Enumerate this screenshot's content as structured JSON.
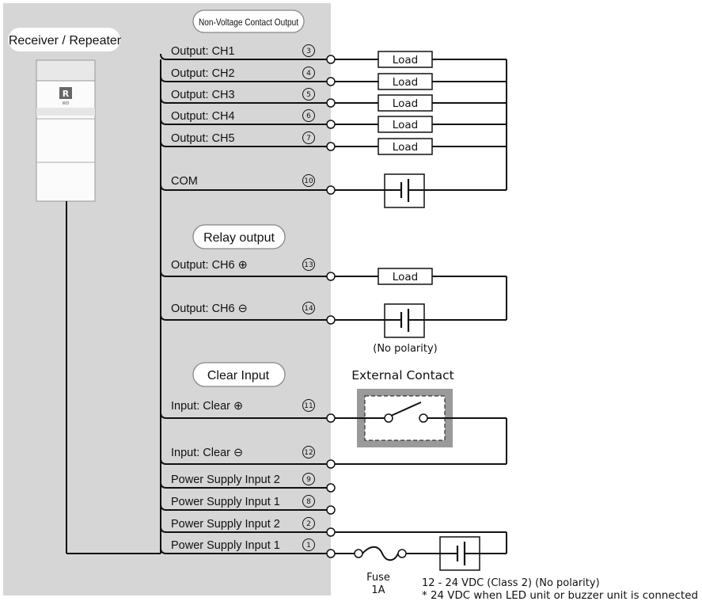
{
  "device": {
    "title": "Receiver / Repeater",
    "badge": "R",
    "badge_sub": "WD"
  },
  "sections": {
    "non_voltage": "Non-Voltage Contact Output",
    "relay": "Relay output",
    "clear": "Clear Input"
  },
  "terminals": [
    {
      "label": "Output: CH1",
      "num": "3"
    },
    {
      "label": "Output: CH2",
      "num": "4"
    },
    {
      "label": "Output: CH3",
      "num": "5"
    },
    {
      "label": "Output: CH4",
      "num": "6"
    },
    {
      "label": "Output: CH5",
      "num": "7"
    },
    {
      "label": "COM",
      "num": "10"
    },
    {
      "label": "Output: CH6 ⊕",
      "num": "13"
    },
    {
      "label": "Output: CH6 ⊖",
      "num": "14"
    },
    {
      "label": "Input: Clear ⊕",
      "num": "11"
    },
    {
      "label": "Input: Clear ⊖",
      "num": "12"
    },
    {
      "label": "Power Supply Input 2",
      "num": "9"
    },
    {
      "label": "Power Supply Input 1",
      "num": "8"
    },
    {
      "label": "Power Supply Input 2",
      "num": "2"
    },
    {
      "label": "Power Supply Input 1",
      "num": "1"
    }
  ],
  "load_label": "Load",
  "no_polarity": "(No polarity)",
  "external_contact": "External Contact",
  "fuse": {
    "label": "Fuse",
    "rating": "1A"
  },
  "power_note": {
    "line1": "12 - 24 VDC (Class 2) (No polarity)",
    "line2": "* 24 VDC when LED unit or buzzer unit is connected"
  }
}
